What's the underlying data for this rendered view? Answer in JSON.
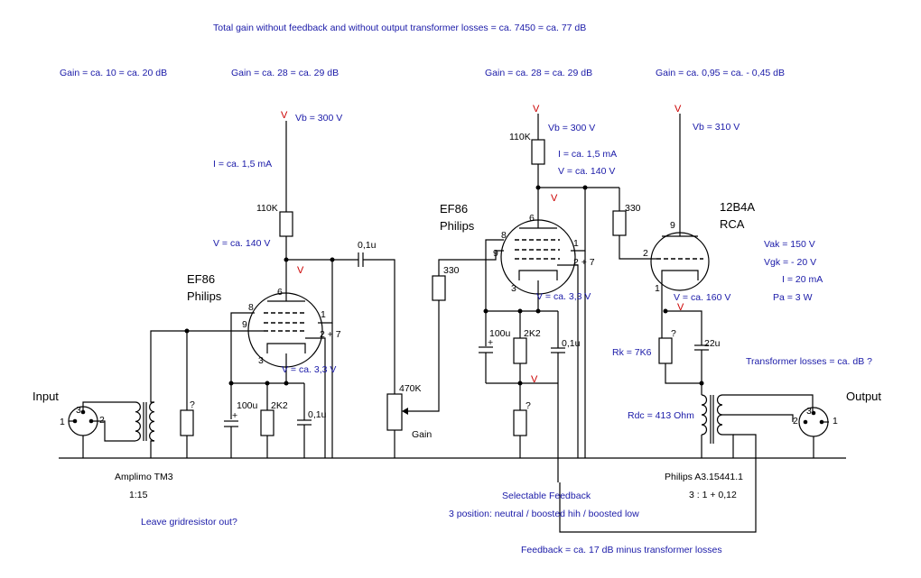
{
  "header": {
    "total_gain": "Total gain without feedback and without output transformer losses = ca. 7450 = ca. 77 dB"
  },
  "gains": {
    "input": "Gain = ca. 10 = ca. 20 dB",
    "stage1": "Gain = ca. 28 = ca. 29 dB",
    "stage2": "Gain = ca. 28 = ca. 29 dB",
    "stage3": "Gain = ca. 0,95 = ca. - 0,45 dB"
  },
  "input": {
    "label": "Input",
    "pin1": "1",
    "pin2": "2",
    "pin3": "3",
    "transformer_name": "Amplimo TM3",
    "transformer_ratio": "1:15",
    "note": "Leave gridresistor out?",
    "grid_resistor": "?"
  },
  "stage1": {
    "vb_symbol": "V",
    "vb": "Vb = 300 V",
    "current": "I = ca. 1,5 mA",
    "plate_resistor": "110K",
    "plate_voltage": "V = ca. 140 V",
    "plate_node": "V",
    "tube_type": "EF86",
    "tube_maker": "Philips",
    "pin6": "6",
    "pin8": "8",
    "pin9": "9",
    "pin1": "1",
    "pin27": "2 + 7",
    "pin3": "3",
    "cathode_voltage": "V = ca. 3,3 V",
    "cathode_cap": "100u",
    "cathode_resistor": "2K2",
    "screen_cap": "0,1u"
  },
  "coupling": {
    "cap": "0,1u",
    "pot": "470K",
    "pot_label": "Gain",
    "grid_stopper": "330"
  },
  "stage2": {
    "vb_symbol": "V",
    "vb": "Vb = 300 V",
    "plate_resistor": "110K",
    "current": "I = ca. 1,5 mA",
    "plate_voltage": "V = ca. 140 V",
    "plate_node": "V",
    "tube_type": "EF86",
    "tube_maker": "Philips",
    "pin6": "6",
    "pin8": "8",
    "pin9": "9",
    "pin1": "1",
    "pin27": "2 + 7",
    "pin3": "3",
    "cathode_voltage": "V = ca. 3,3 V",
    "cathode_cap": "100u",
    "cathode_resistor": "2K2",
    "screen_cap": "0,1u",
    "node_v1": "V",
    "feedback_resistor": "?"
  },
  "stage3": {
    "vb_symbol": "V",
    "vb": "Vb = 310 V",
    "grid_stopper": "330",
    "tube_type": "12B4A",
    "tube_maker": "RCA",
    "pin9": "9",
    "pin2": "2",
    "pin1": "1",
    "cathode_voltage": "V = ca. 160 V",
    "cathode_node": "V",
    "vak": "Vak = 150 V",
    "vgk": "Vgk = - 20 V",
    "current": "I = 20 mA",
    "power": "Pa = 3 W",
    "cathode_resistor": "?",
    "rk": "Rk = 7K6",
    "cap": "22u",
    "rdc": "Rdc = 413 Ohm"
  },
  "output": {
    "label": "Output",
    "losses": "Transformer losses = ca. dB ?",
    "transformer_name": "Philips A3.15441.1",
    "transformer_ratio": "3 : 1 + 0,12",
    "pin1": "1",
    "pin2": "2",
    "pin3": "3"
  },
  "feedback": {
    "selectable": "Selectable Feedback",
    "positions": "3 position: neutral / boosted hih / boosted low",
    "amount": "Feedback = ca. 17 dB minus transformer losses"
  }
}
